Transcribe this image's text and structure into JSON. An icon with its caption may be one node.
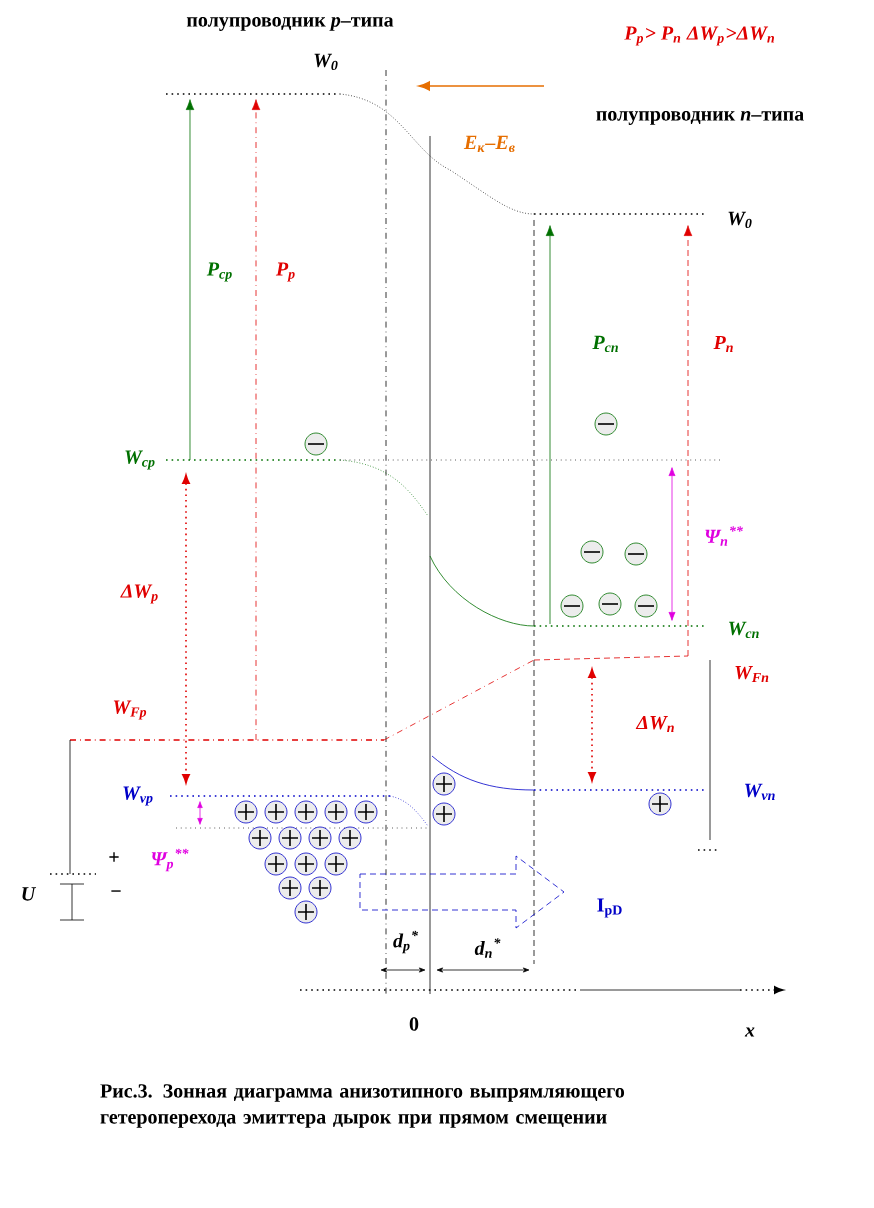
{
  "diagram": {
    "caption": "Рис.3. Зонная диаграмма анизотипного выпрямляющего гетероперехода эмиттера дырок при прямом смещении",
    "labels": [
      "полупроводник *p*–типа",
      "P$_{p}$> P$_{n}$ ΔW$_{p}$>ΔW$_{n}$",
      "W$_{0}$",
      "полупроводник *n*–типа",
      "E$_{к}$–E$_{в}$",
      "W$_{0}$",
      "P$_{cp}$",
      "P$_{p}$",
      "P$_{cn}$",
      "P$_{n}$",
      "W$_{cp}$",
      "Ψ$_{n}$$^{**}$",
      "ΔW$_{p}$",
      "W$_{cn}$",
      "W$_{Fn}$",
      "W$_{Fp}$",
      "ΔW$_{n}$",
      "W$_{vp}$",
      "W$_{vn}$",
      "+",
      "Ψ$_{p}$$^{**}$",
      "U",
      "−",
      "I$_{pD}$",
      "d$_{p}$$^{*}$",
      "d$_{n}$$^{*}$",
      "0",
      "x"
    ]
  }
}
